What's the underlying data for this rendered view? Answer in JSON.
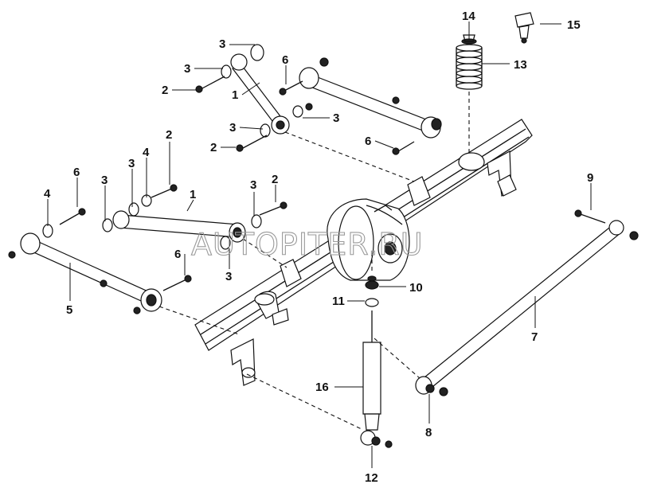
{
  "watermark": "AUTOPITER.RU",
  "callouts": [
    {
      "id": "c1",
      "text": "14"
    },
    {
      "id": "c2",
      "text": "15"
    },
    {
      "id": "c3",
      "text": "13"
    },
    {
      "id": "c4",
      "text": "3"
    },
    {
      "id": "c5",
      "text": "3"
    },
    {
      "id": "c6",
      "text": "6"
    },
    {
      "id": "c7",
      "text": "2"
    },
    {
      "id": "c8",
      "text": "1"
    },
    {
      "id": "c9",
      "text": "3"
    },
    {
      "id": "c10",
      "text": "3"
    },
    {
      "id": "c11",
      "text": "2"
    },
    {
      "id": "c12",
      "text": "6"
    },
    {
      "id": "c13",
      "text": "2"
    },
    {
      "id": "c14",
      "text": "4"
    },
    {
      "id": "c15",
      "text": "3"
    },
    {
      "id": "c16",
      "text": "3"
    },
    {
      "id": "c17",
      "text": "6"
    },
    {
      "id": "c18",
      "text": "4"
    },
    {
      "id": "c19",
      "text": "1"
    },
    {
      "id": "c20",
      "text": "3"
    },
    {
      "id": "c21",
      "text": "2"
    },
    {
      "id": "c22",
      "text": "9"
    },
    {
      "id": "c23",
      "text": "6"
    },
    {
      "id": "c24",
      "text": "3"
    },
    {
      "id": "c25",
      "text": "5"
    },
    {
      "id": "c26",
      "text": "10"
    },
    {
      "id": "c27",
      "text": "11"
    },
    {
      "id": "c28",
      "text": "7"
    },
    {
      "id": "c29",
      "text": "16"
    },
    {
      "id": "c30",
      "text": "8"
    },
    {
      "id": "c31",
      "text": "12"
    }
  ]
}
